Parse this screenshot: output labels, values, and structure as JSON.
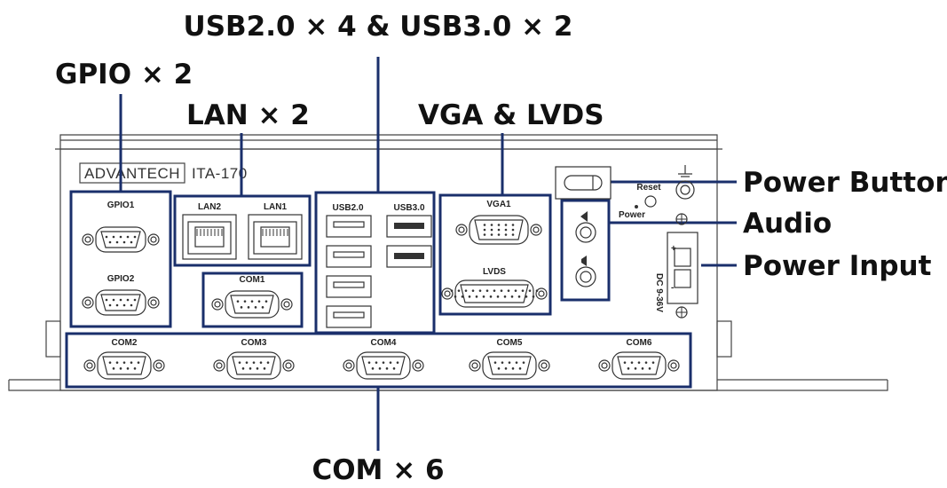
{
  "callouts": {
    "usb": "USB2.0 × 4 & USB3.0 × 2",
    "gpio": "GPIO × 2",
    "lan": "LAN × 2",
    "vga_lvds": "VGA & LVDS",
    "power_button": "Power Button",
    "audio": "Audio",
    "power_input": "Power Input",
    "com": "COM × 6"
  },
  "device": {
    "brand": "ADVANTECH",
    "model": "ITA-170"
  },
  "ports": {
    "gpio1": "GPIO1",
    "gpio2": "GPIO2",
    "lan2": "LAN2",
    "lan1": "LAN1",
    "usb2": "USB2.0",
    "usb3": "USB3.0",
    "vga1": "VGA1",
    "lvds": "LVDS",
    "com1": "COM1",
    "com2": "COM2",
    "com3": "COM3",
    "com4": "COM4",
    "com5": "COM5",
    "com6": "COM6",
    "reset": "Reset",
    "power": "Power",
    "dc": "DC 9-36V",
    "plus": "+",
    "minus": "-"
  },
  "colors": {
    "highlight": "#1a2f6b",
    "outline": "#333333"
  }
}
